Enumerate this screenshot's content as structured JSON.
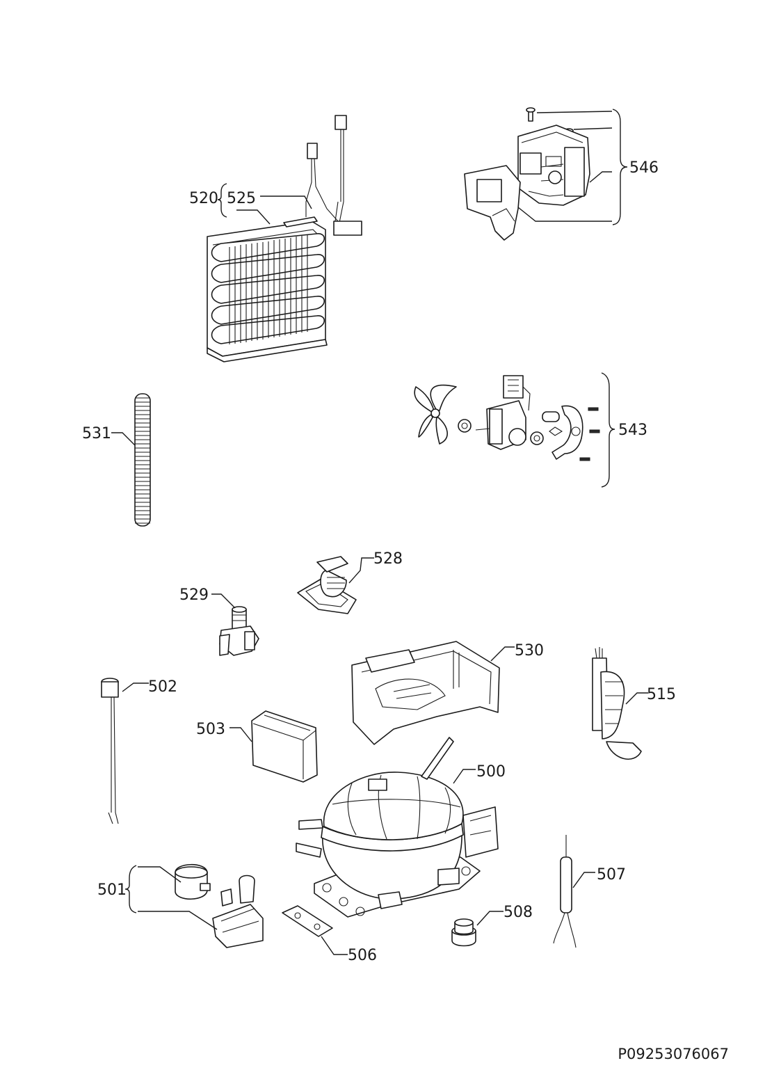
{
  "diagram": {
    "doc_code": "P09253076067",
    "labels": {
      "l546": "546",
      "l520": "520",
      "l525": "525",
      "l531": "531",
      "l543": "543",
      "l528": "528",
      "l529": "529",
      "l530": "530",
      "l502": "502",
      "l515": "515",
      "l503": "503",
      "l500": "500",
      "l501": "501",
      "l507": "507",
      "l508": "508",
      "l506": "506"
    }
  }
}
